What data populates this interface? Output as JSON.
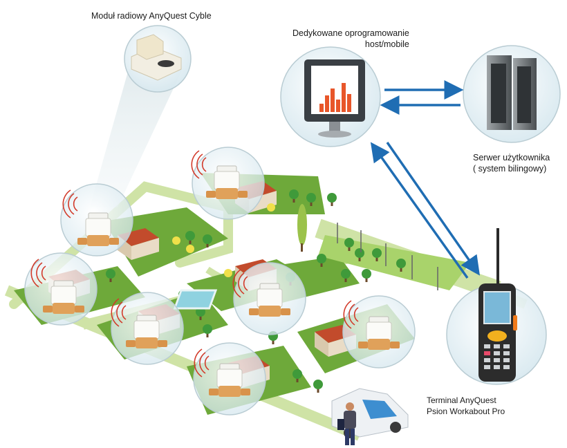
{
  "labels": {
    "cyble_module": "Moduł radiowy AnyQuest Cyble",
    "host_software_line1": "Dedykowane oprogramowanie",
    "host_software_line2": "host/mobile",
    "server_line1": "Serwer użytkownika",
    "server_line2": "( system bilingowy)",
    "terminal_line1": "Terminal AnyQuest",
    "terminal_line2": "Psion Workabout Pro"
  },
  "colors": {
    "arrow_blue": "#1f6db3",
    "grass": "#6ea93a",
    "road": "#cfe3a6",
    "roof": "#b5452a",
    "bubble": "#e8f2f6",
    "meter_brass": "#e0a15a"
  },
  "icons": [
    "monitor-icon",
    "server-icon",
    "handheld-terminal-icon",
    "radio-module-icon",
    "water-meter-icon",
    "van-icon",
    "person-icon",
    "house-icon",
    "tree-icon",
    "radio-wave-icon"
  ]
}
